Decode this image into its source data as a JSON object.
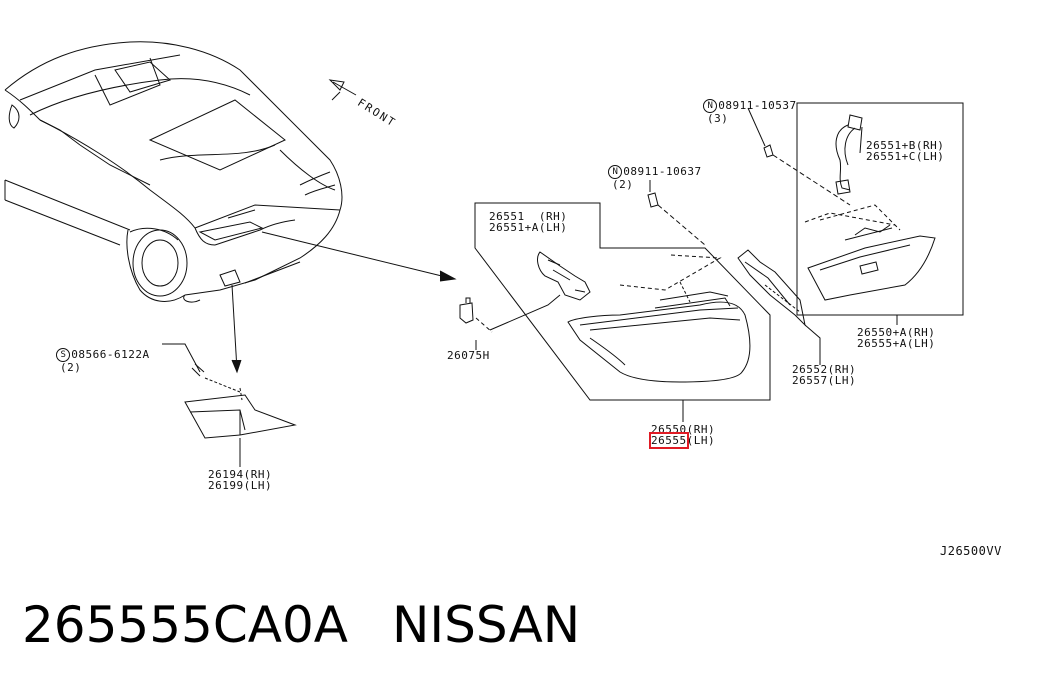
{
  "direction_label": "FRONT",
  "drawing_code": "J26500VV",
  "fasteners": [
    {
      "symbol": "N",
      "part": "08911-10537",
      "qty": "(3)"
    },
    {
      "symbol": "N",
      "part": "08911-10637",
      "qty": "(2)"
    },
    {
      "symbol": "S",
      "part": "08566-6122A",
      "qty": "(2)"
    }
  ],
  "parts": {
    "socket_outer": {
      "rh": "26551  (RH)",
      "lh": "26551+A(LH)"
    },
    "socket_inner": {
      "rh": "26551+B(RH)",
      "lh": "26551+C(LH)"
    },
    "clip": "26075H",
    "lamp_inner": {
      "rh": "26550+A(RH)",
      "lh": "26555+A(LH)"
    },
    "gasket": {
      "rh": "26552(RH)",
      "lh": "26557(LH)"
    },
    "lamp_outer": {
      "rh": "26550(RH)",
      "lh_number": "26555",
      "lh_side": "(LH)"
    },
    "reflector": {
      "rh": "26194(RH)",
      "lh": "26199(LH)"
    }
  },
  "highlight_color": "#e01b24",
  "footer": {
    "part_number": "265555CA0A",
    "brand": "NISSAN"
  }
}
